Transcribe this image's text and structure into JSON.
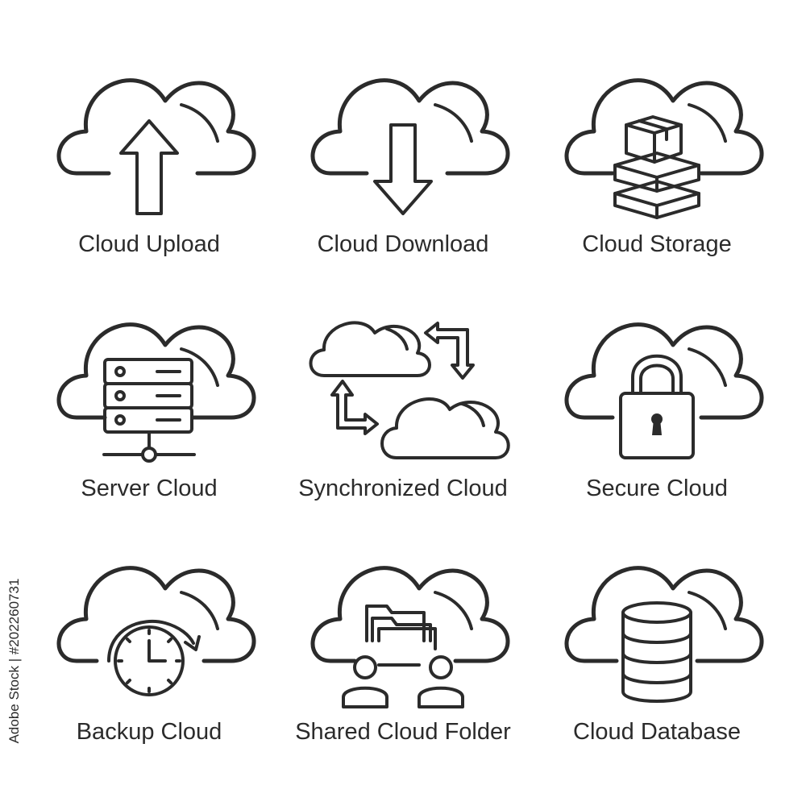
{
  "icons": [
    {
      "label": "Cloud Upload",
      "icon": "cloud-upload-icon"
    },
    {
      "label": "Cloud Download",
      "icon": "cloud-download-icon"
    },
    {
      "label": "Cloud Storage",
      "icon": "cloud-storage-icon"
    },
    {
      "label": "Server Cloud",
      "icon": "server-cloud-icon"
    },
    {
      "label": "Synchronized Cloud",
      "icon": "synchronized-cloud-icon"
    },
    {
      "label": "Secure Cloud",
      "icon": "secure-cloud-icon"
    },
    {
      "label": "Backup Cloud",
      "icon": "backup-cloud-icon"
    },
    {
      "label": "Shared Cloud Folder",
      "icon": "shared-cloud-folder-icon"
    },
    {
      "label": "Cloud Database",
      "icon": "cloud-database-icon"
    }
  ],
  "stock_id": "Adobe Stock | #202260731",
  "colors": {
    "stroke": "#2b2b2b",
    "background": "#ffffff"
  }
}
